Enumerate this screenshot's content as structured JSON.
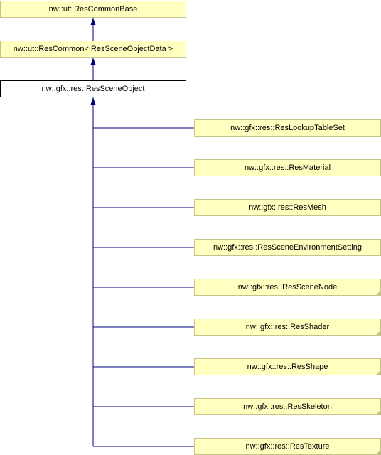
{
  "diagram": {
    "colors": {
      "edge": "#000080",
      "node_fill": "#ffffc0",
      "node_border": "#c4c488",
      "current_fill": "#ffffff",
      "current_border": "#000000"
    },
    "ancestors": [
      {
        "id": "res-common-base",
        "label": "nw::ut::ResCommonBase"
      },
      {
        "id": "res-common",
        "label": "nw::ut::ResCommon< ResSceneObjectData >"
      }
    ],
    "current": {
      "id": "res-scene-object",
      "label": "nw::gfx::res::ResSceneObject"
    },
    "children": [
      {
        "id": "res-lookup-table-set",
        "label": "nw::gfx::res::ResLookupTableSet",
        "has_more": false
      },
      {
        "id": "res-material",
        "label": "nw::gfx::res::ResMaterial",
        "has_more": false
      },
      {
        "id": "res-mesh",
        "label": "nw::gfx::res::ResMesh",
        "has_more": false
      },
      {
        "id": "res-scene-environment-setting",
        "label": "nw::gfx::res::ResSceneEnvironmentSetting",
        "has_more": false
      },
      {
        "id": "res-scene-node",
        "label": "nw::gfx::res::ResSceneNode",
        "has_more": true
      },
      {
        "id": "res-shader",
        "label": "nw::gfx::res::ResShader",
        "has_more": true
      },
      {
        "id": "res-shape",
        "label": "nw::gfx::res::ResShape",
        "has_more": true
      },
      {
        "id": "res-skeleton",
        "label": "nw::gfx::res::ResSkeleton",
        "has_more": true
      },
      {
        "id": "res-texture",
        "label": "nw::gfx::res::ResTexture",
        "has_more": true
      }
    ]
  }
}
